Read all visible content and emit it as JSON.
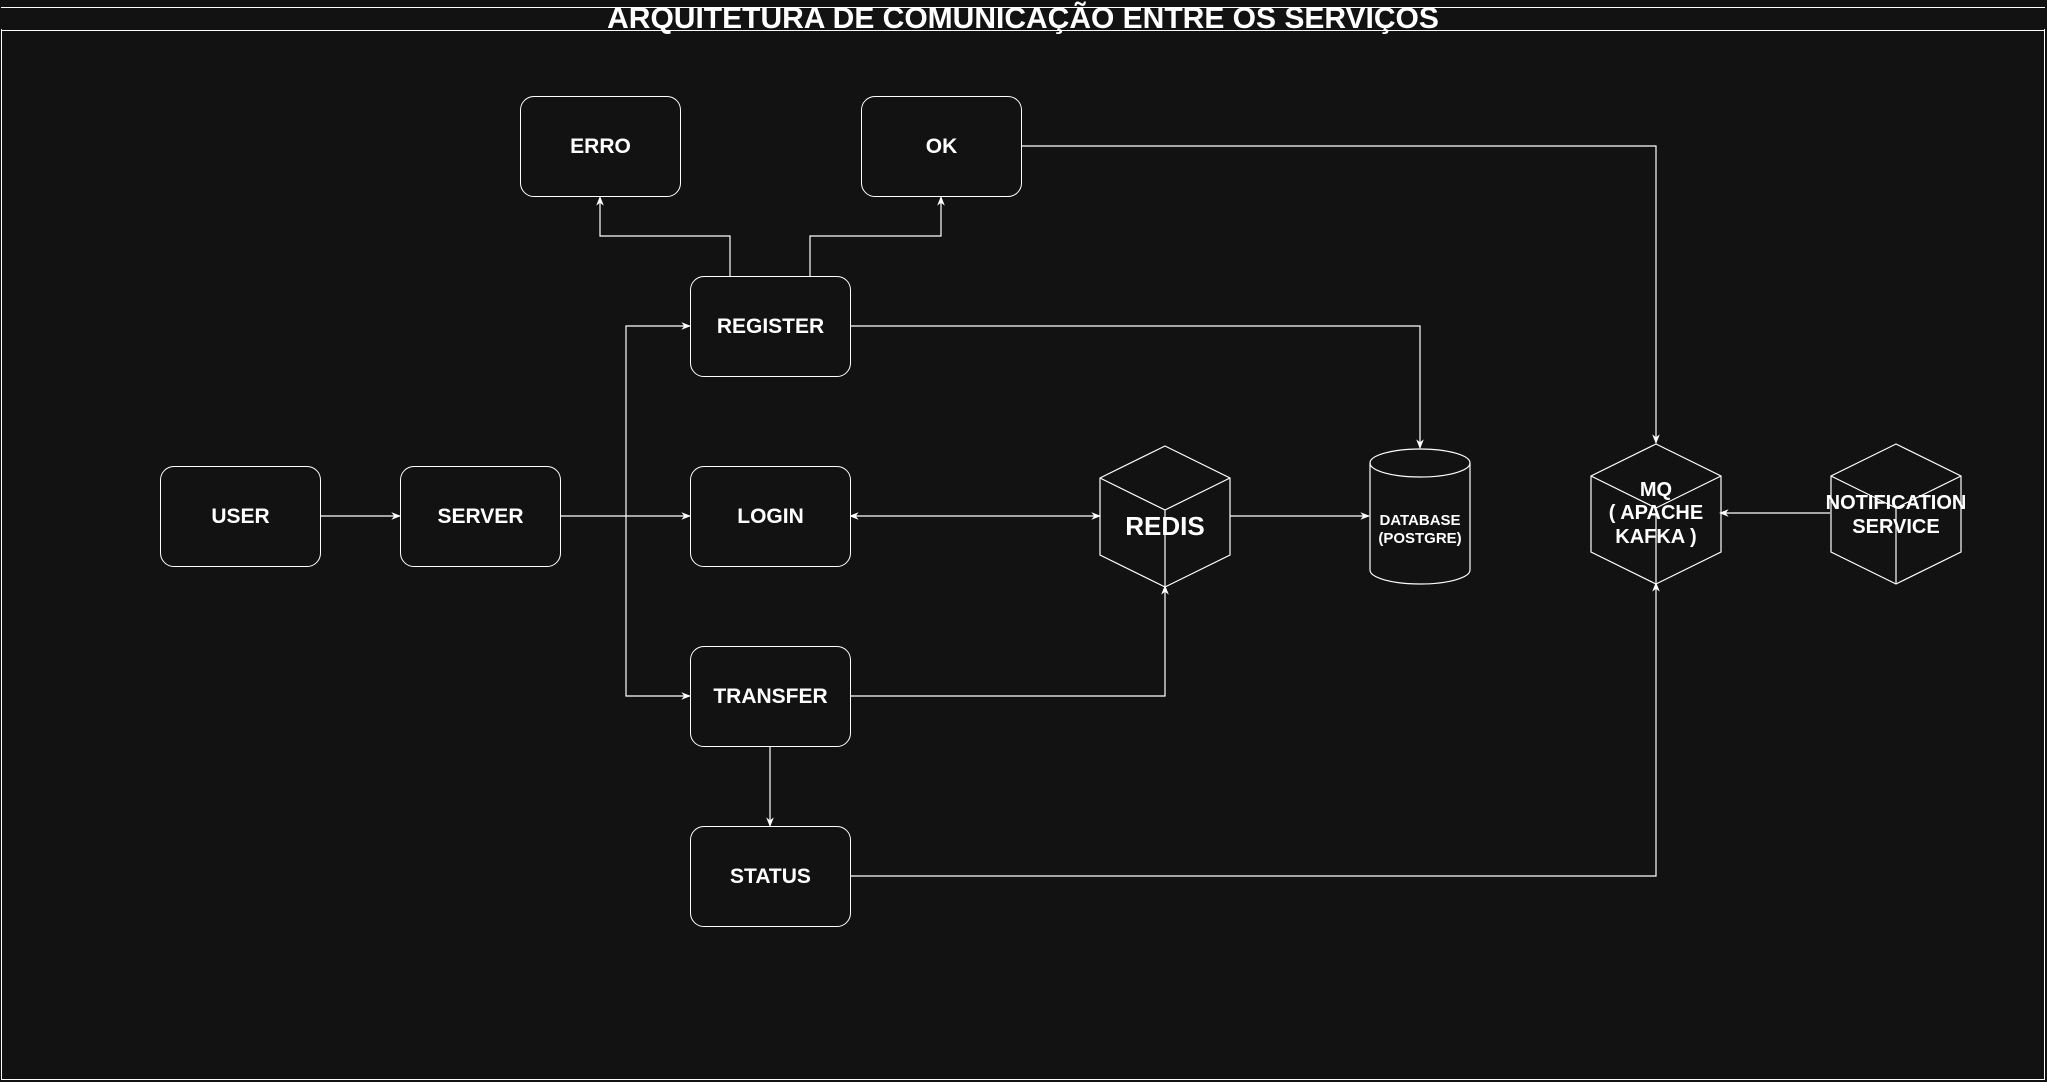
{
  "title": "ARQUITETURA DE COMUNICAÇÃO ENTRE OS SERVIÇOS",
  "nodes": {
    "erro": "ERRO",
    "ok": "OK",
    "register": "REGISTER",
    "user": "USER",
    "server": "SERVER",
    "login": "LOGIN",
    "transfer": "TRANSFER",
    "status": "STATUS",
    "redis": "REDIS",
    "database": "DATABASE\n(POSTGRE)",
    "mq": "MQ\n( APACHE\nKAFKA )",
    "notification": "NOTIFICATION\nSERVICE"
  },
  "edges": [
    {
      "from": "USER",
      "to": "SERVER"
    },
    {
      "from": "SERVER",
      "to": "LOGIN"
    },
    {
      "from": "SERVER",
      "to": "REGISTER"
    },
    {
      "from": "SERVER",
      "to": "TRANSFER"
    },
    {
      "from": "REGISTER",
      "to": "ERRO"
    },
    {
      "from": "REGISTER",
      "to": "OK"
    },
    {
      "from": "REGISTER",
      "to": "DATABASE (POSTGRE)"
    },
    {
      "from": "OK",
      "to": "MQ ( APACHE KAFKA )"
    },
    {
      "from": "LOGIN",
      "to": "REDIS",
      "bidirectional": true
    },
    {
      "from": "REDIS",
      "to": "DATABASE (POSTGRE)"
    },
    {
      "from": "TRANSFER",
      "to": "REDIS"
    },
    {
      "from": "TRANSFER",
      "to": "STATUS"
    },
    {
      "from": "STATUS",
      "to": "MQ ( APACHE KAFKA )"
    },
    {
      "from": "NOTIFICATION SERVICE",
      "to": "MQ ( APACHE KAFKA )"
    }
  ],
  "colors": {
    "background": "#121212",
    "stroke": "#ffffff",
    "text": "#ffffff"
  }
}
